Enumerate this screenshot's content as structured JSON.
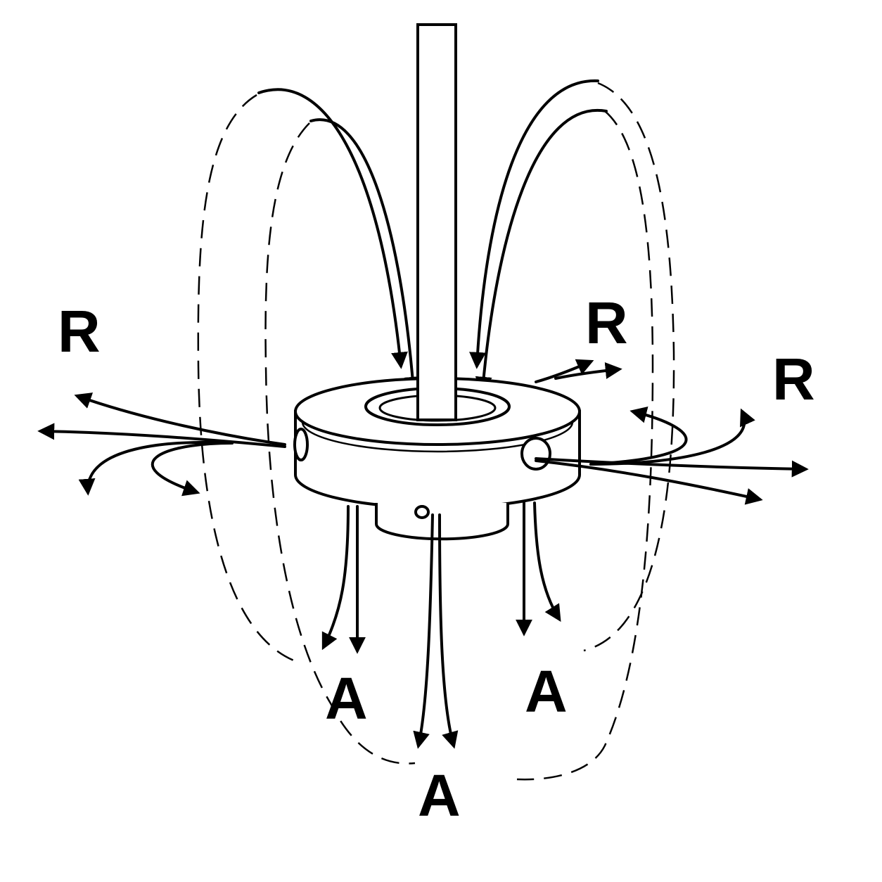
{
  "labels": {
    "r_left": "R",
    "r_center": "R",
    "r_right": "R",
    "a_left": "A",
    "a_center": "A",
    "a_right": "A"
  }
}
